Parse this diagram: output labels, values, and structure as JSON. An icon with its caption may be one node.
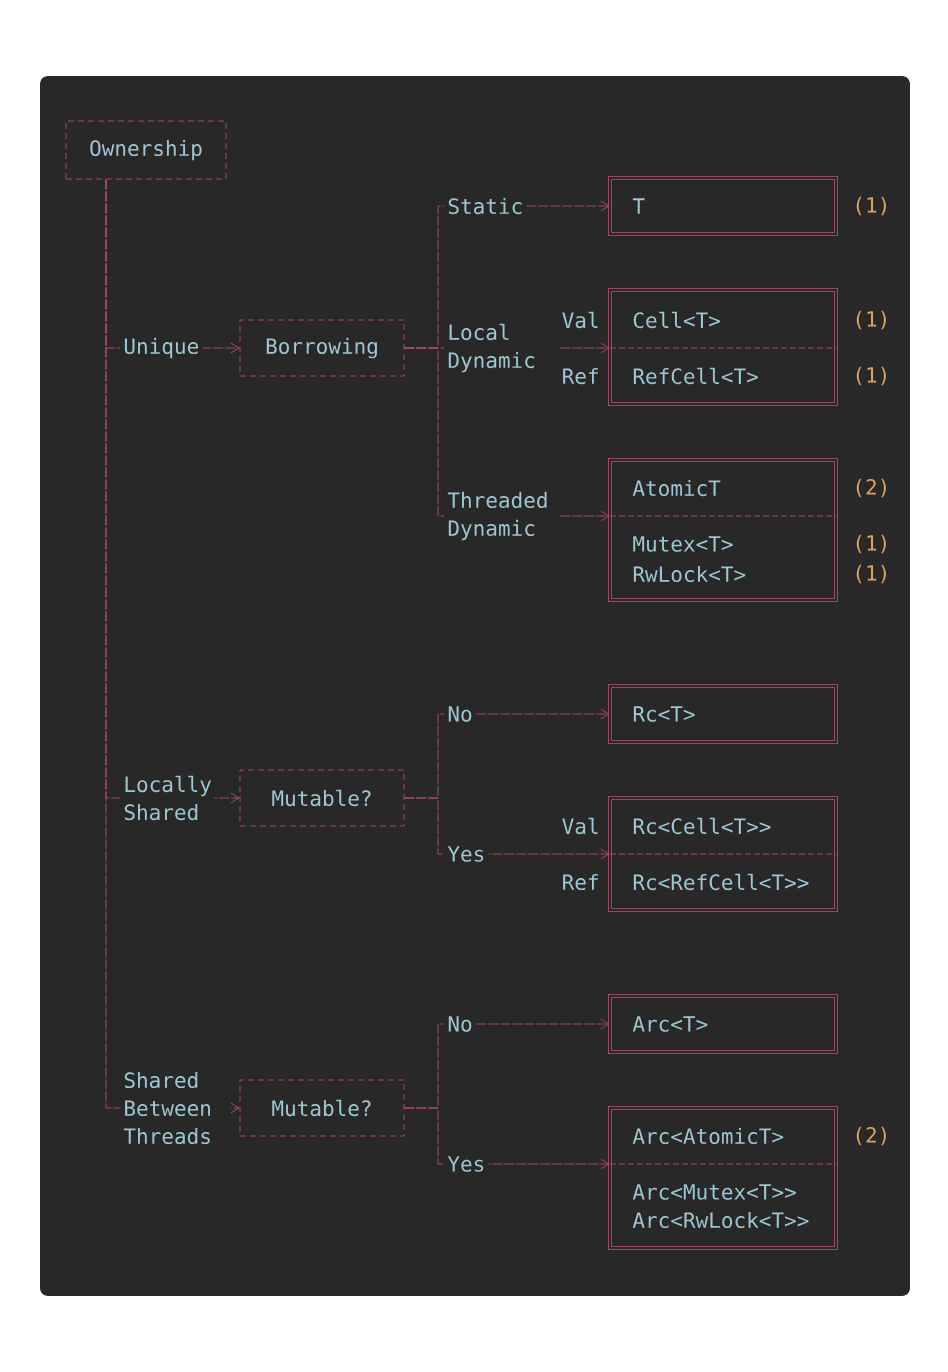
{
  "diagram": {
    "nodes": [
      {
        "text": [
          "Ownership"
        ]
      },
      {
        "text": [
          "Borrowing"
        ]
      },
      {
        "text": [
          "Mutable?"
        ]
      },
      {
        "text": [
          "Mutable?"
        ]
      },
      {
        "text": [
          "T"
        ],
        "beside": [
          "(1)"
        ]
      },
      {
        "text": [
          "Cell<T>",
          "RefCell<T>"
        ],
        "beside": [
          "Val",
          "Ref",
          "(1)",
          "(1)"
        ]
      },
      {
        "text": [
          "AtomicT",
          "Mutex<T>",
          "RwLock<T>"
        ],
        "beside": [
          "(2)",
          "(1)",
          "(1)"
        ]
      },
      {
        "text": [
          "Rc<T>"
        ]
      },
      {
        "text": [
          "Rc<Cell<T>>",
          "Rc<RefCell<T>>"
        ],
        "beside": [
          "Val",
          "Ref"
        ]
      },
      {
        "text": [
          "Arc<T>"
        ]
      },
      {
        "text": [
          "Arc<AtomicT>",
          "Arc<Mutex<T>>",
          "Arc<RwLock<T>>"
        ],
        "beside": [
          "(2)"
        ]
      }
    ],
    "edges": [
      {
        "from": 0,
        "to": 1,
        "arrow": "to",
        "label": "Unique"
      },
      {
        "from": 0,
        "to": 2,
        "arrow": "to",
        "label": "Locally Shared"
      },
      {
        "from": 0,
        "to": 3,
        "arrow": "to",
        "label": "Shared Between Threads"
      },
      {
        "from": 1,
        "to": 4,
        "arrow": "to",
        "label": "Static"
      },
      {
        "from": 1,
        "to": 5,
        "arrow": "to",
        "label": "Local Dynamic"
      },
      {
        "from": 1,
        "to": 6,
        "arrow": "to",
        "label": "Threaded Dynamic"
      },
      {
        "from": 2,
        "to": 7,
        "arrow": "to",
        "label": "No"
      },
      {
        "from": 2,
        "to": 8,
        "arrow": "to",
        "label": "Yes"
      },
      {
        "from": 3,
        "to": 9,
        "arrow": "to",
        "label": "No"
      },
      {
        "from": 3,
        "to": 10,
        "arrow": "to",
        "label": "Yes"
      }
    ]
  }
}
